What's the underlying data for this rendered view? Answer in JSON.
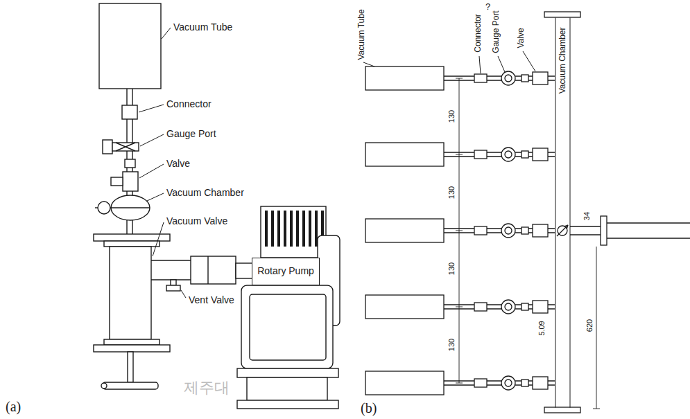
{
  "diagram": {
    "nodes": [
      {
        "text": [
          "Rotary Pump"
        ]
      },
      {
        "text": [
          "Vacuum Chamber"
        ]
      }
    ],
    "labels": [
      "Vacuum Tube",
      "Connector",
      "Gauge Port",
      "Valve",
      "Vacuum Chamber",
      "Vacuum Valve",
      "Vent Valve",
      "(a)",
      "Vacuum Tube",
      "Connector",
      "?",
      "Gauge Port",
      "Valve",
      "130",
      "130",
      "130",
      "130",
      "5.09",
      "34",
      "620",
      "(b)",
      "제주대"
    ]
  }
}
